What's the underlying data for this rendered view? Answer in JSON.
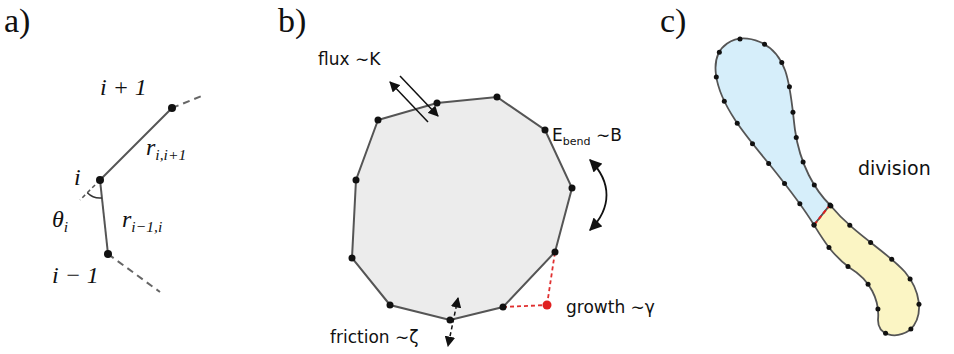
{
  "diagram": {
    "labels": [
      "a)",
      "b)",
      "c)",
      "i + 1",
      "i",
      "i − 1",
      "ri,i+1",
      "ri−1,i",
      "θi",
      "flux ∼K",
      "Ebend ∼B",
      "growth ∼γ",
      "friction ∼ζ",
      "division"
    ]
  }
}
